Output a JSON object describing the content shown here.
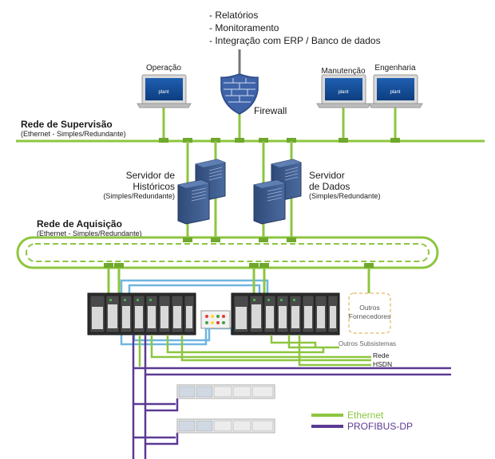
{
  "top_list": [
    "- Relatórios",
    "- Monitoramento",
    "- Integração com ERP / Banco de dados"
  ],
  "stations": {
    "operacao": "Operação",
    "manutencao": "Manutenção",
    "engenharia": "Engenharia"
  },
  "firewall_label": "Firewall",
  "supervision": {
    "title": "Rede de Supervisão",
    "subtitle": "(Ethernet - Simples/Redundante)"
  },
  "historian": {
    "line1": "Servidor de",
    "line2": "Históricos",
    "line3": "(Simples/Redundante)"
  },
  "data_server": {
    "line1": "Servidor",
    "line2": "de Dados",
    "line3": "(Simples/Redundante)"
  },
  "acquisition": {
    "title": "Rede de Aquisição",
    "subtitle": "(Ethernet - Simples/Redundante)"
  },
  "other_vendors": {
    "line1": "Outros",
    "line2": "Fornecedores"
  },
  "subsystems": "Outros Subsistemas",
  "rede": "Rede",
  "hsdn": "HSDN",
  "legend": {
    "ethernet": "Ethernet",
    "profibus": "PROFIBUS-DP"
  },
  "colors": {
    "ethernet": "#8dc63f",
    "profibus": "#5b3a93",
    "hsdn_link": "#6fb6e0",
    "server": "#3d5a8a",
    "firewall": "#3f63a8"
  }
}
